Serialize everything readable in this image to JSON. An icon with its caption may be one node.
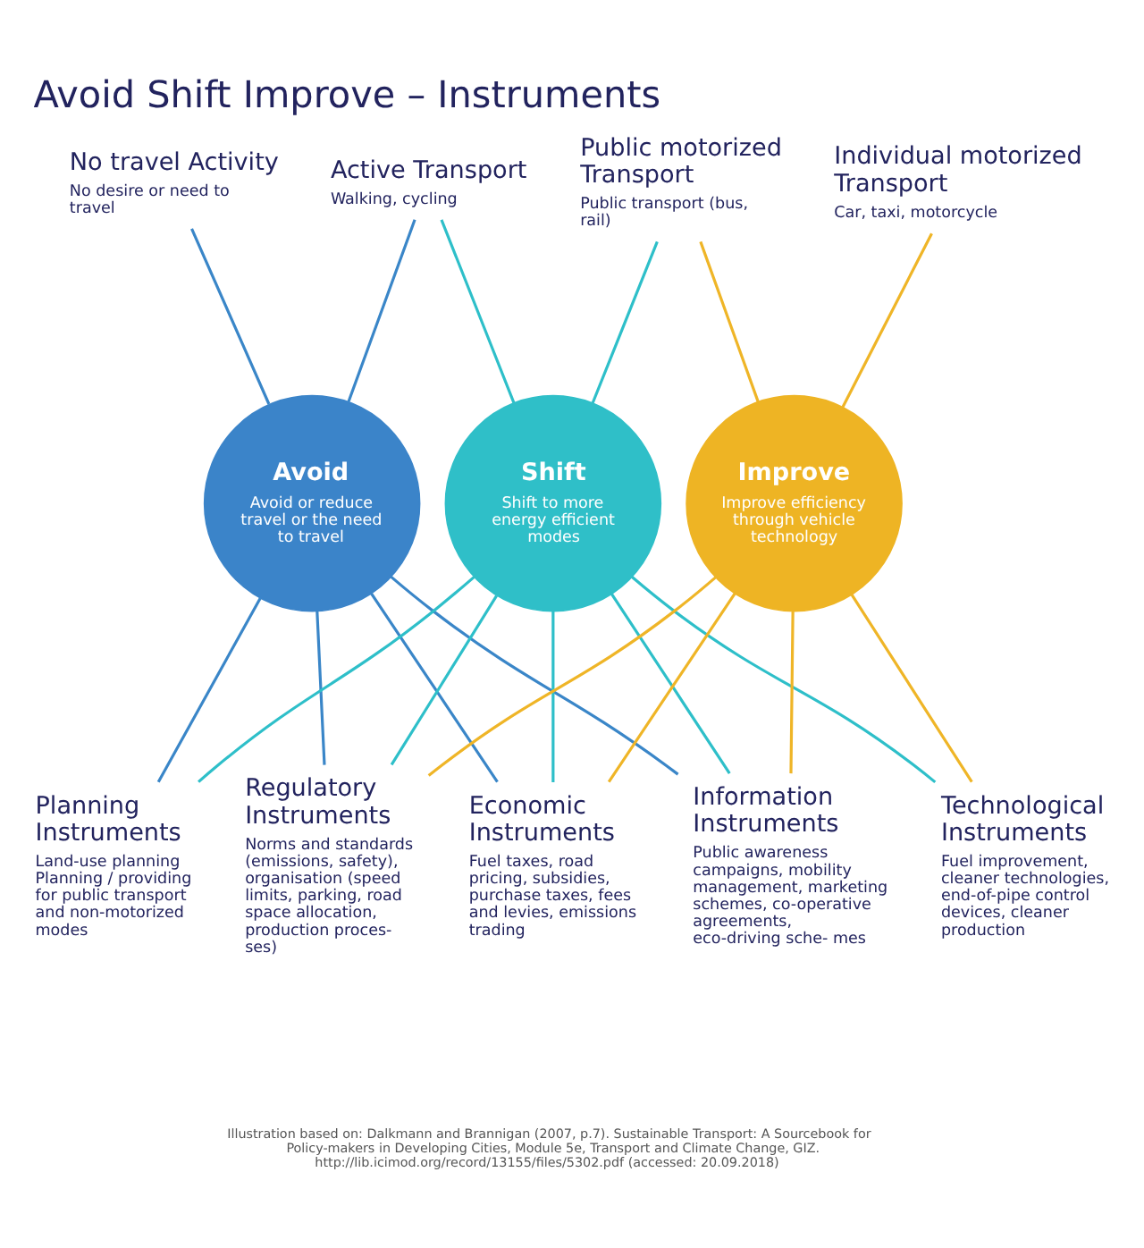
{
  "diagram": {
    "title": "Avoid Shift Improve – Instruments",
    "caption": "Illustration based on: Dalkmann and Brannigan (2007, p.7). Sustainable Transport: A Sourcebook for Policy-makers in Developing Cities, Module 5e, Transport and Climate Change, GIZ. http://lib.icimod.org/record/13155/files/5302.pdf (accessed: 20.09.2018)",
    "nodes": [
      {
        "text": [
          "No travel Activity",
          "No desire or need to travel"
        ]
      },
      {
        "text": [
          "Active Transport",
          "Walking, cycling"
        ]
      },
      {
        "text": [
          "Public motorized Transport",
          "Public transport (bus, rail)"
        ]
      },
      {
        "text": [
          "Individual motorized Transport",
          "Car, taxi, motorcycle"
        ]
      },
      {
        "text": [
          "Avoid",
          "Avoid or reduce travel or the need to travel"
        ]
      },
      {
        "text": [
          "Shift",
          "Shift to more energy efficient modes"
        ]
      },
      {
        "text": [
          "Improve",
          "Improve efficiency through vehicle technology"
        ]
      },
      {
        "text": [
          "Planning Instruments",
          "Land-use planning Planning / providing for public transport and non-motorized modes"
        ]
      },
      {
        "text": [
          "Regulatory Instruments",
          "Norms and standards (emissions, safety), organisation (speed limits, parking, road space allocation, production proces- ses)"
        ]
      },
      {
        "text": [
          "Economic Instruments",
          "Fuel taxes, road pricing, subsidies, purchase taxes, fees and levies, emissions trading"
        ]
      },
      {
        "text": [
          "Information Instruments",
          "Public awareness campaigns, mobility management, marketing schemes, co-operative agreements, eco-driving sche- mes"
        ]
      },
      {
        "text": [
          "Technological Instruments",
          "Fuel improvement, cleaner technologies, end-of-pipe control devices, cleaner production"
        ]
      }
    ],
    "edges": [
      {
        "from": 0,
        "to": 4,
        "arrow": "none",
        "color": "#3a86c8"
      },
      {
        "from": 1,
        "to": 4,
        "arrow": "none",
        "color": "#3a86c8"
      },
      {
        "from": 1,
        "to": 5,
        "arrow": "none",
        "color": "#2ebfc9"
      },
      {
        "from": 2,
        "to": 5,
        "arrow": "none",
        "color": "#2ebfc9"
      },
      {
        "from": 2,
        "to": 6,
        "arrow": "none",
        "color": "#efb527"
      },
      {
        "from": 3,
        "to": 6,
        "arrow": "none",
        "color": "#efb527"
      },
      {
        "from": 4,
        "to": 7,
        "arrow": "none",
        "color": "#3a86c8"
      },
      {
        "from": 4,
        "to": 8,
        "arrow": "none",
        "color": "#3a86c8"
      },
      {
        "from": 4,
        "to": 9,
        "arrow": "none",
        "color": "#3a86c8"
      },
      {
        "from": 4,
        "to": 10,
        "arrow": "none",
        "color": "#3a86c8"
      },
      {
        "from": 5,
        "to": 7,
        "arrow": "none",
        "color": "#2ebfc9"
      },
      {
        "from": 5,
        "to": 8,
        "arrow": "none",
        "color": "#2ebfc9"
      },
      {
        "from": 5,
        "to": 9,
        "arrow": "none",
        "color": "#2ebfc9"
      },
      {
        "from": 5,
        "to": 10,
        "arrow": "none",
        "color": "#2ebfc9"
      },
      {
        "from": 5,
        "to": 11,
        "arrow": "none",
        "color": "#2ebfc9"
      },
      {
        "from": 6,
        "to": 8,
        "arrow": "none",
        "color": "#efb527"
      },
      {
        "from": 6,
        "to": 9,
        "arrow": "none",
        "color": "#efb527"
      },
      {
        "from": 6,
        "to": 10,
        "arrow": "none",
        "color": "#efb527"
      },
      {
        "from": 6,
        "to": 11,
        "arrow": "none",
        "color": "#efb527"
      }
    ]
  }
}
